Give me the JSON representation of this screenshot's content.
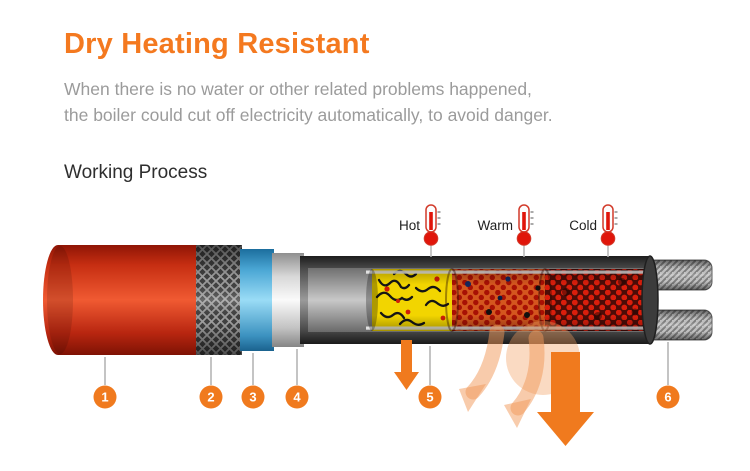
{
  "page": {
    "title": "Dry Heating Resistant",
    "subtitle_line1": "When there is no water or other related problems happened,",
    "subtitle_line2": "the boiler could cut off electricity automatically, to avoid danger.",
    "section_heading": "Working Process"
  },
  "diagram": {
    "temperature_labels": {
      "hot": "Hot",
      "warm": "Warm",
      "cold": "Cold"
    },
    "callouts": [
      "1",
      "2",
      "3",
      "4",
      "5",
      "6"
    ],
    "colors": {
      "accent_orange": "#f07a1e",
      "soft_orange": "#f2995a",
      "jacket_red": "#e03c17",
      "shield_gray": "#404040",
      "insulation_blue": "#5cb8e6",
      "inner_jacket_white": "#f0f0f0",
      "core_hot_yellow": "#f2d500",
      "core_warm_orange": "#d4561e",
      "core_cold_maroon": "#4d0c07",
      "thermometer_red": "#e0150a"
    }
  }
}
